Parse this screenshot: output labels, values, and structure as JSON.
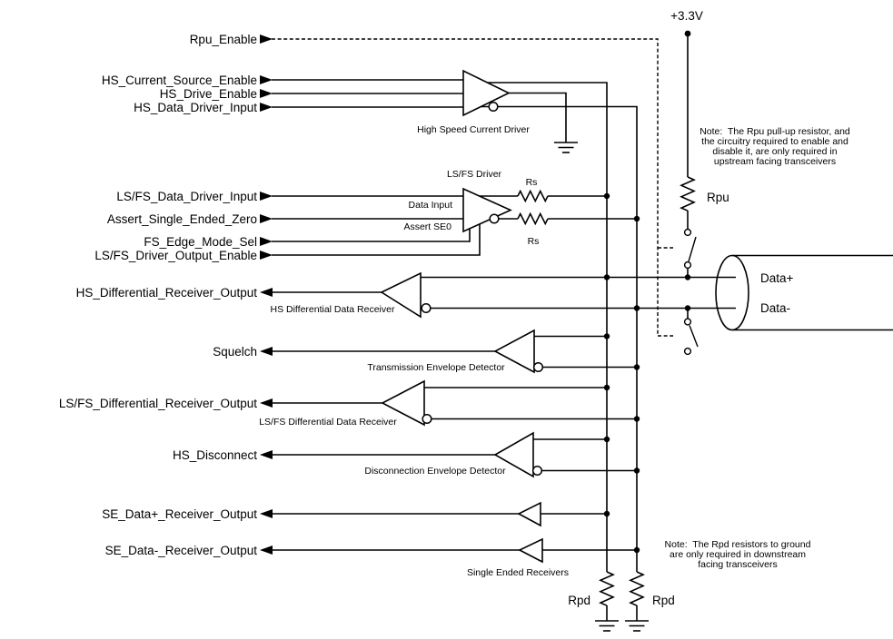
{
  "signals": {
    "rpu_enable": "Rpu_Enable",
    "hs_current_source_enable": "HS_Current_Source_Enable",
    "hs_drive_enable": "HS_Drive_Enable",
    "hs_data_driver_input": "HS_Data_Driver_Input",
    "lsfs_data_driver_input": "LS/FS_Data_Driver_Input",
    "assert_single_ended_zero": "Assert_Single_Ended_Zero",
    "fs_edge_mode_sel": "FS_Edge_Mode_Sel",
    "lsfs_driver_output_enable": "LS/FS_Driver_Output_Enable",
    "hs_differential_receiver_output": "HS_Differential_Receiver_Output",
    "squelch": "Squelch",
    "lsfs_differential_receiver_output": "LS/FS_Differential_Receiver_Output",
    "hs_disconnect": "HS_Disconnect",
    "se_data_plus_receiver_output": "SE_Data+_Receiver_Output",
    "se_data_minus_receiver_output": "SE_Data-_Receiver_Output"
  },
  "components": {
    "high_speed_current_driver": "High Speed Current Driver",
    "lsfs_driver": "LS/FS Driver",
    "data_input": "Data Input",
    "assert_se0": "Assert SE0",
    "rs_top": "Rs",
    "rs_bottom": "Rs",
    "hs_differential_data_receiver": "HS Differential Data Receiver",
    "transmission_envelope_detector": "Transmission Envelope Detector",
    "lsfs_differential_data_receiver": "LS/FS Differential Data Receiver",
    "disconnection_envelope_detector": "Disconnection Envelope Detector",
    "single_ended_receivers": "Single Ended Receivers",
    "supply": "+3.3V",
    "rpu": "Rpu",
    "rpd_left": "Rpd",
    "rpd_right": "Rpd",
    "data_plus": "Data+",
    "data_minus": "Data-"
  },
  "notes": {
    "rpu": [
      "Note:  The Rpu pull-up resistor, and",
      "the circuitry required to enable and",
      "disable it, are only required in",
      "upstream facing transceivers"
    ],
    "rpd": [
      "Note:  The Rpd resistors to ground",
      "are only required in downstream",
      "facing transceivers"
    ]
  },
  "colors": {
    "line": "#000000",
    "background": "#ffffff"
  }
}
